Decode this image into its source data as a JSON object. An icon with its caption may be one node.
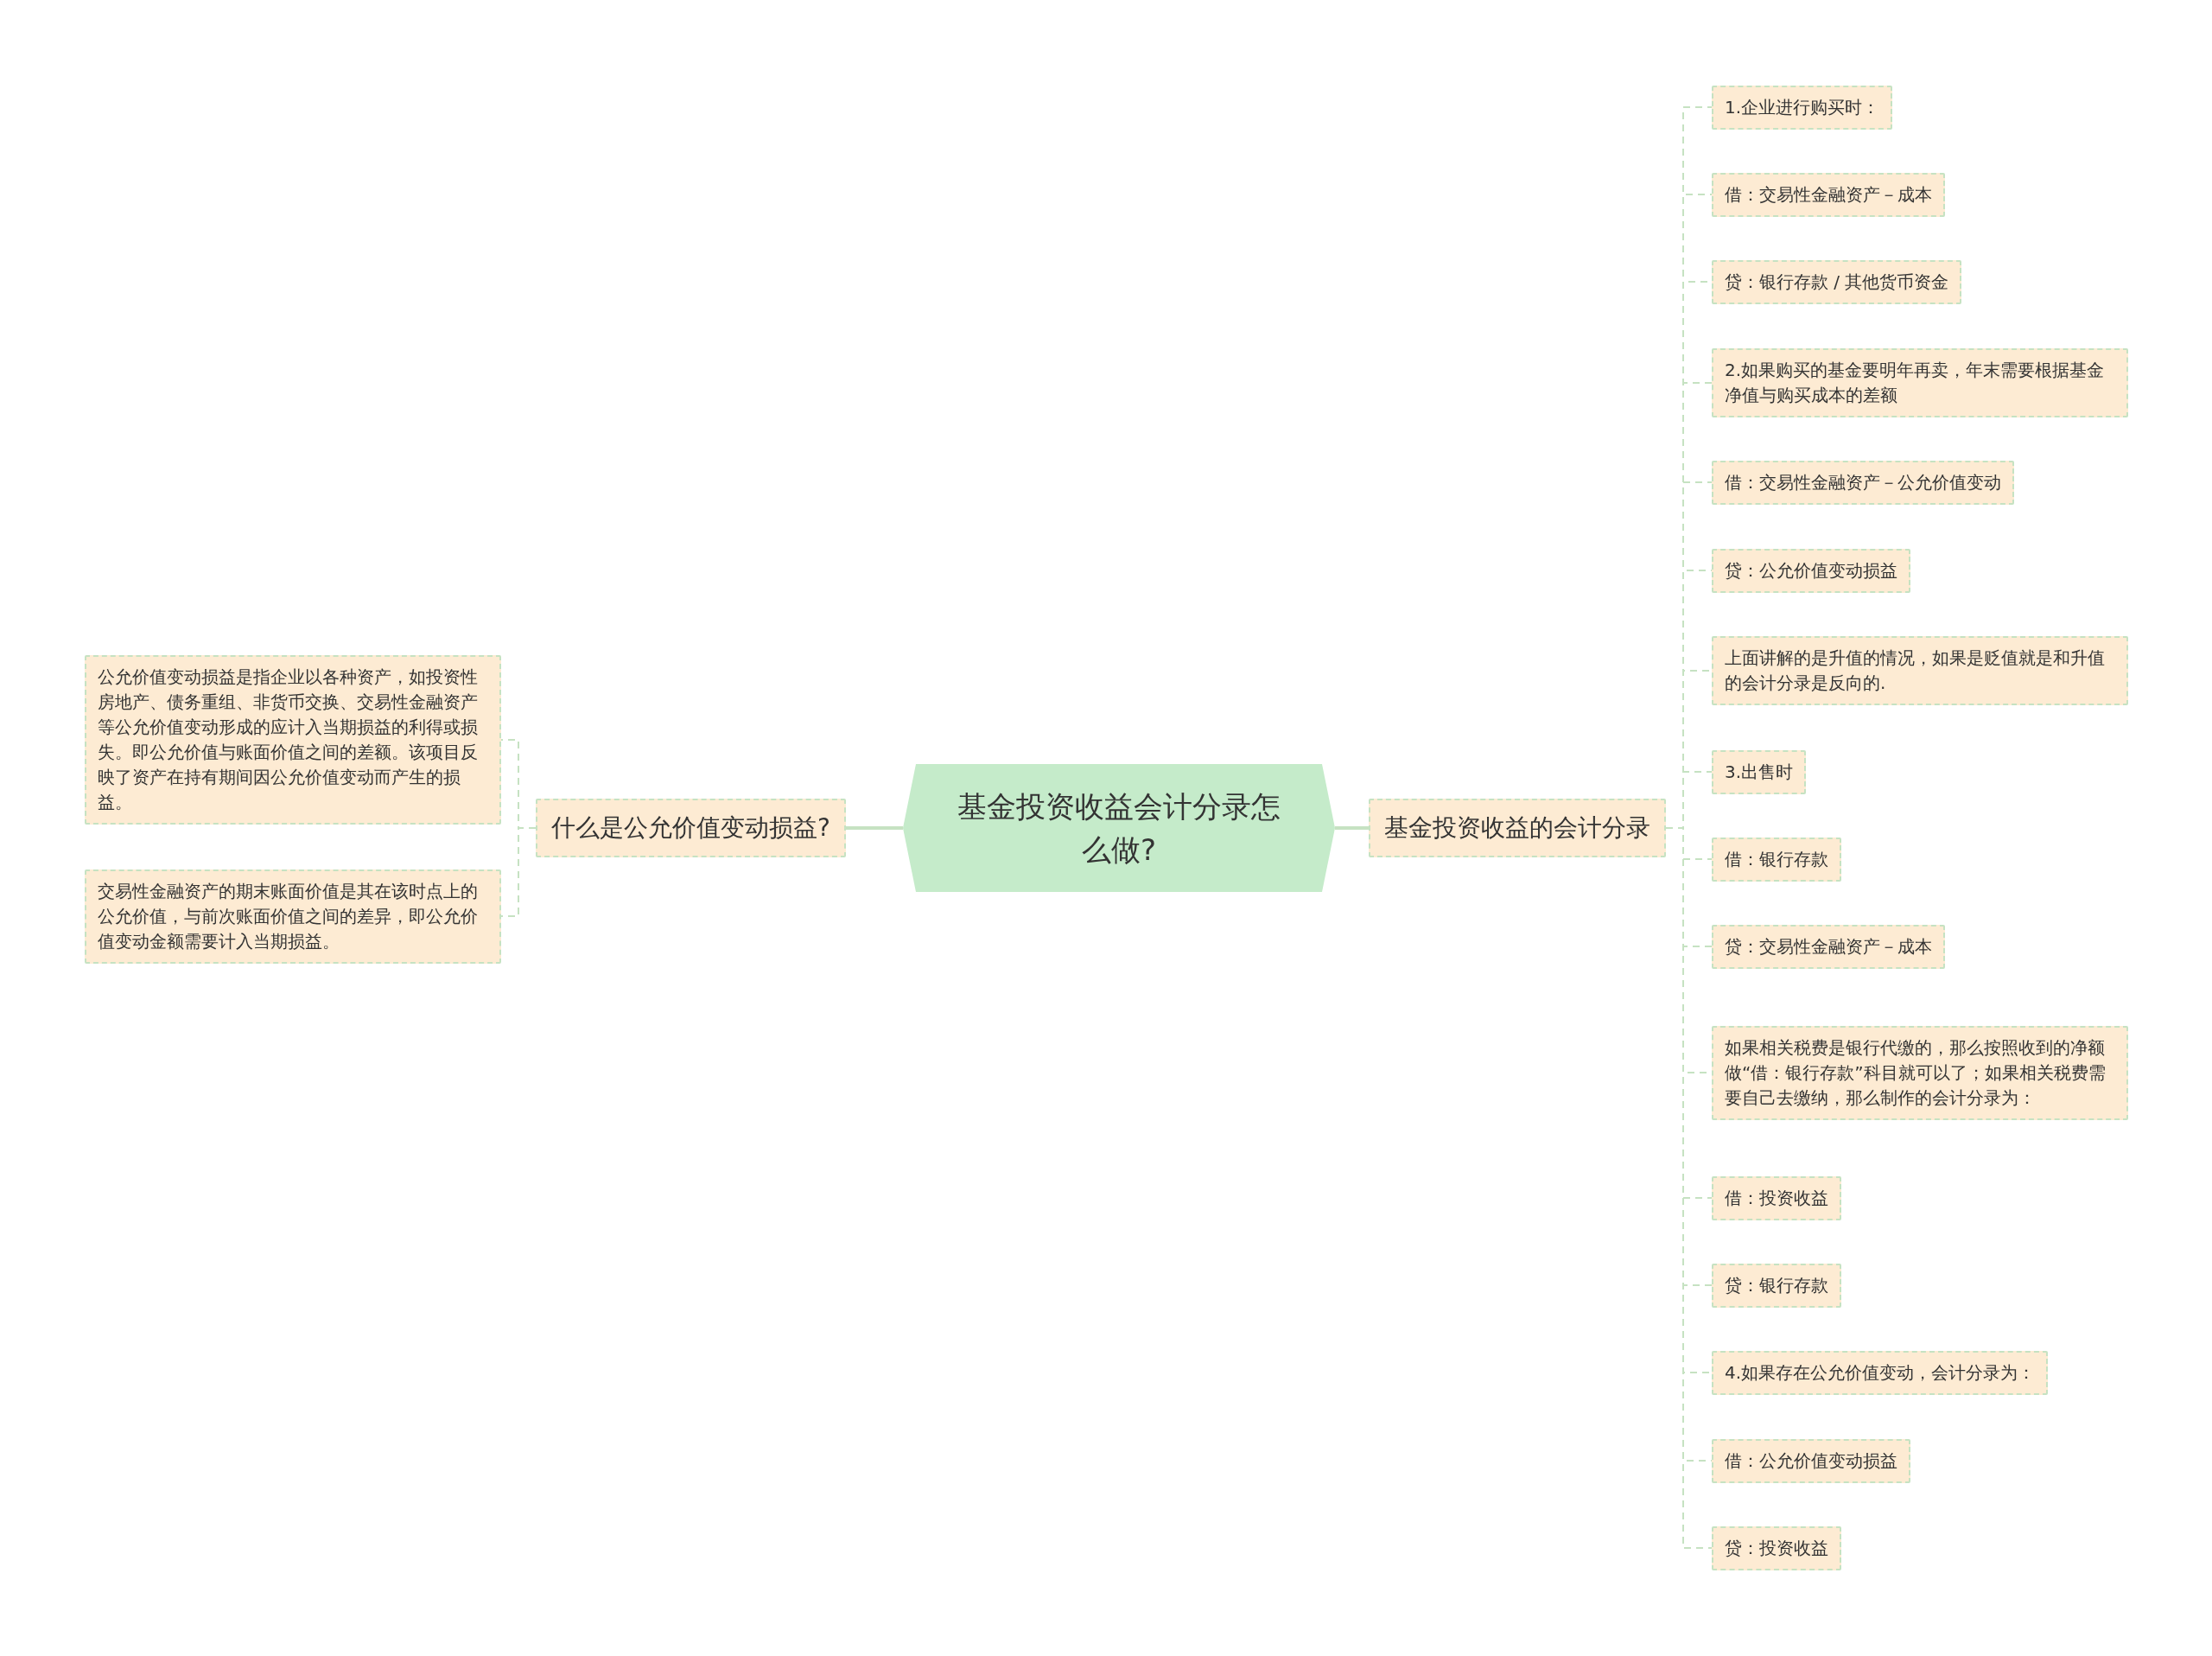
{
  "diagram": {
    "nodes": [
      {
        "text": [
          "基金投资收益会计分录怎么做?"
        ]
      },
      {
        "text": [
          "什么是公允价值变动损益?"
        ]
      },
      {
        "text": [
          "公允价值变动损益是指企业以各种资产，如投资性房地产、债务重组、非货币交换、交易性金融资产等公允价值变动形成的应计入当期损益的利得或损失。即公允价值与账面价值之间的差额。该项目反映了资产在持有期间因公允价值变动而产生的损益。"
        ]
      },
      {
        "text": [
          "交易性金融资产的期末账面价值是其在该时点上的公允价值，与前次账面价值之间的差异，即公允价值变动金额需要计入当期损益。"
        ]
      },
      {
        "text": [
          "基金投资收益的会计分录"
        ]
      },
      {
        "text": [
          "1.企业进行购买时："
        ]
      },
      {
        "text": [
          "借：交易性金融资产－成本"
        ]
      },
      {
        "text": [
          "贷：银行存款 / 其他货币资金"
        ]
      },
      {
        "text": [
          "2.如果购买的基金要明年再卖，年末需要根据基金净值与购买成本的差额"
        ]
      },
      {
        "text": [
          "借：交易性金融资产－公允价值变动"
        ]
      },
      {
        "text": [
          "贷：公允价值变动损益"
        ]
      },
      {
        "text": [
          "上面讲解的是升值的情况，如果是贬值就是和升值的会计分录是反向的."
        ]
      },
      {
        "text": [
          "3.出售时"
        ]
      },
      {
        "text": [
          "借：银行存款"
        ]
      },
      {
        "text": [
          "贷：交易性金融资产－成本"
        ]
      },
      {
        "text": [
          "如果相关税费是银行代缴的，那么按照收到的净额做“借：银行存款”科目就可以了；如果相关税费需要自己去缴纳，那么制作的会计分录为："
        ]
      },
      {
        "text": [
          "借：投资收益"
        ]
      },
      {
        "text": [
          "贷：银行存款"
        ]
      },
      {
        "text": [
          "4.如果存在公允价值变动，会计分录为："
        ]
      },
      {
        "text": [
          "借：公允价值变动损益"
        ]
      },
      {
        "text": [
          "贷：投资收益"
        ]
      }
    ],
    "edges": [
      {
        "from": 0,
        "to": 1,
        "arrow": "none"
      },
      {
        "from": 0,
        "to": 4,
        "arrow": "none"
      },
      {
        "from": 1,
        "to": 2,
        "arrow": "none",
        "style": "dashed"
      },
      {
        "from": 1,
        "to": 3,
        "arrow": "none",
        "style": "dashed"
      },
      {
        "from": 4,
        "to": 5,
        "arrow": "none",
        "style": "dashed"
      },
      {
        "from": 4,
        "to": 6,
        "arrow": "none",
        "style": "dashed"
      },
      {
        "from": 4,
        "to": 7,
        "arrow": "none",
        "style": "dashed"
      },
      {
        "from": 4,
        "to": 8,
        "arrow": "none",
        "style": "dashed"
      },
      {
        "from": 4,
        "to": 9,
        "arrow": "none",
        "style": "dashed"
      },
      {
        "from": 4,
        "to": 10,
        "arrow": "none",
        "style": "dashed"
      },
      {
        "from": 4,
        "to": 11,
        "arrow": "none",
        "style": "dashed"
      },
      {
        "from": 4,
        "to": 12,
        "arrow": "none",
        "style": "dashed"
      },
      {
        "from": 4,
        "to": 13,
        "arrow": "none",
        "style": "dashed"
      },
      {
        "from": 4,
        "to": 14,
        "arrow": "none",
        "style": "dashed"
      },
      {
        "from": 4,
        "to": 15,
        "arrow": "none",
        "style": "dashed"
      },
      {
        "from": 4,
        "to": 16,
        "arrow": "none",
        "style": "dashed"
      },
      {
        "from": 4,
        "to": 17,
        "arrow": "none",
        "style": "dashed"
      },
      {
        "from": 4,
        "to": 18,
        "arrow": "none",
        "style": "dashed"
      },
      {
        "from": 4,
        "to": 19,
        "arrow": "none",
        "style": "dashed"
      },
      {
        "from": 4,
        "to": 20,
        "arrow": "none",
        "style": "dashed"
      }
    ]
  }
}
